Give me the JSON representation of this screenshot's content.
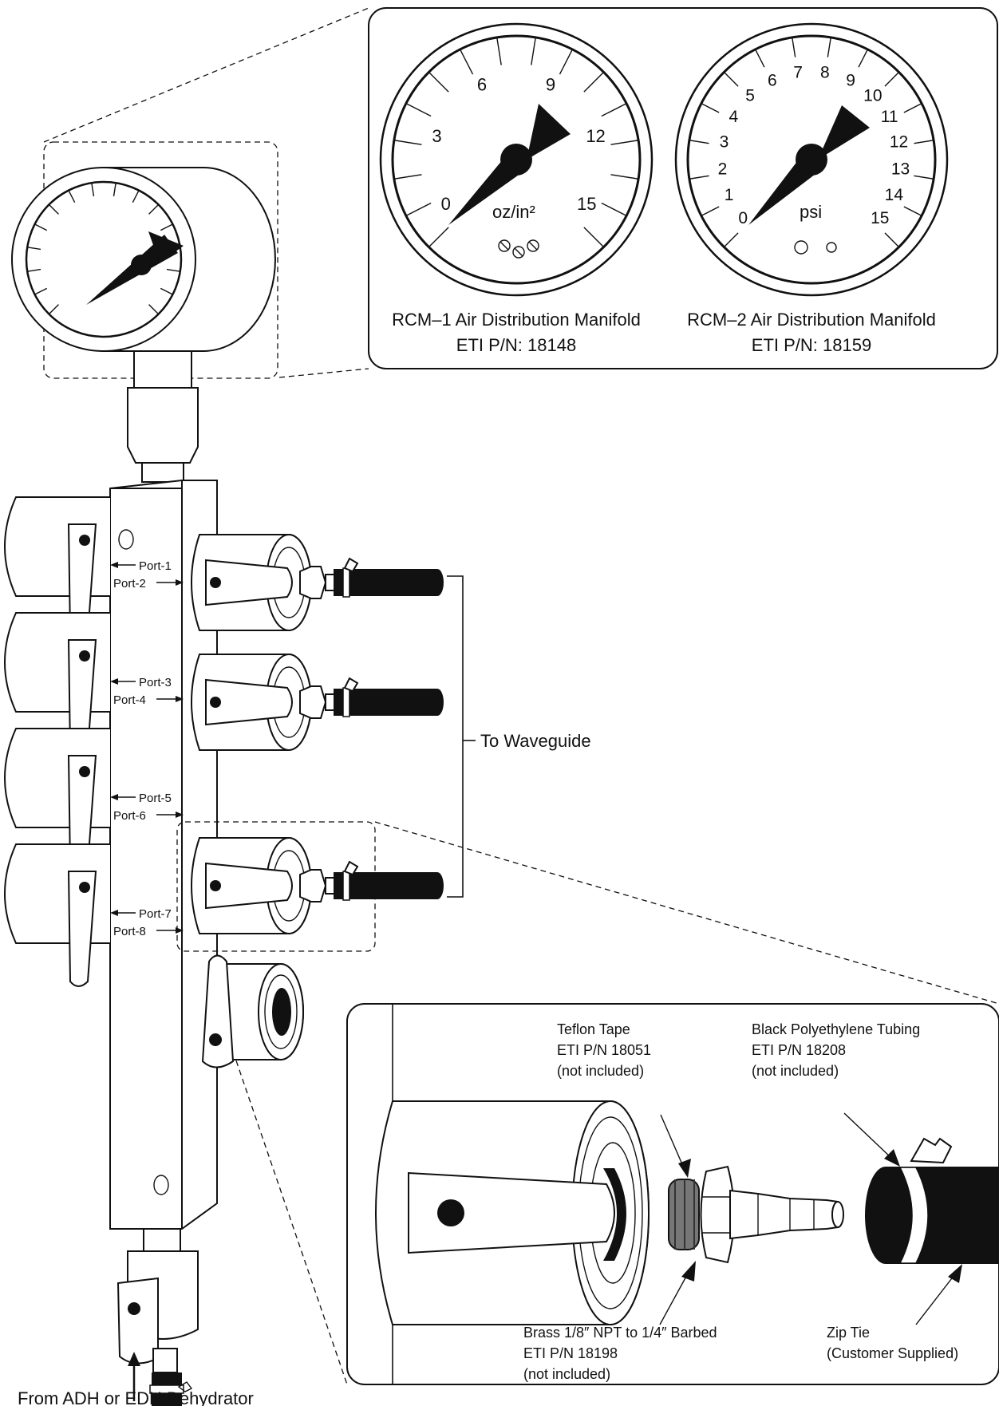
{
  "gauge_rcm1": {
    "ticks": [
      "0",
      "3",
      "6",
      "9",
      "12",
      "15"
    ],
    "unit": "oz/in²",
    "title": "RCM–1 Air Distribution Manifold",
    "part": "ETI P/N: 18148"
  },
  "gauge_rcm2": {
    "ticks": [
      "0",
      "1",
      "2",
      "3",
      "4",
      "5",
      "6",
      "7",
      "8",
      "9",
      "10",
      "11",
      "12",
      "13",
      "14",
      "15"
    ],
    "unit": "psi",
    "title": "RCM–2 Air Distribution Manifold",
    "part": "ETI P/N: 18159"
  },
  "ports": [
    "Port-1",
    "Port-2",
    "Port-3",
    "Port-4",
    "Port-5",
    "Port-6",
    "Port-7",
    "Port-8"
  ],
  "labels": {
    "to_waveguide": "To Waveguide",
    "from_dehydrator": "From ADH or EDH Dehydrator"
  },
  "detail": {
    "teflon": [
      "Teflon Tape",
      "ETI P/N 18051",
      "(not included)"
    ],
    "tubing": [
      "Black Polyethylene Tubing",
      "ETI P/N 18208",
      "(not included)"
    ],
    "brass": [
      "Brass 1/8″ NPT to 1/4″ Barbed",
      "ETI P/N 18198",
      "(not included)"
    ],
    "zip": [
      "Zip Tie",
      "(Customer Supplied)"
    ]
  }
}
